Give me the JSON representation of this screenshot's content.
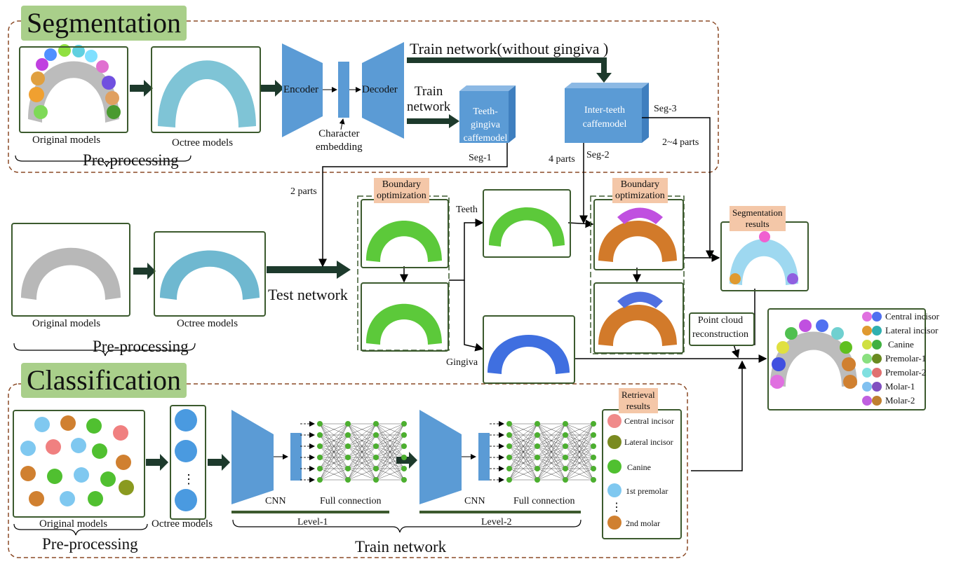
{
  "segmentation": {
    "title": "Segmentation",
    "original_models": "Original models",
    "octree_models": "Octree models",
    "preprocessing": "Pre-processing",
    "encoder": "Encoder",
    "decoder": "Decoder",
    "character_embedding": "Character\nembedding",
    "train_without_gingiva": "Train network(without gingiva )",
    "train_network": "Train\nnetwork",
    "teeth_gingiva_model": "Teeth-gingiva\ncaffemodel",
    "inter_teeth_model": "Inter-teeth\ncaffemodel",
    "seg1": "Seg-1",
    "seg2": "Seg-2",
    "seg3": "Seg-3",
    "two_parts": "2 parts",
    "four_parts": "4 parts",
    "two_four_parts": "2~4 parts"
  },
  "testing": {
    "original_models": "Original models",
    "octree_models": "Octree models",
    "preprocessing": "Pre-processing",
    "test_network": "Test network",
    "boundary_optimization": "Boundary\noptimization",
    "teeth": "Teeth",
    "gingiva": "Gingiva",
    "segmentation_results": "Segmentation\nresults",
    "point_cloud_reconstruction": "Point cloud\nreconstruction"
  },
  "final_legend": [
    "Central incisor",
    "Lateral incisor",
    "Canine",
    "Premolar-1",
    "Premolar-2",
    "Molar-1",
    "Molar-2"
  ],
  "classification": {
    "title": "Classification",
    "original_models": "Original models",
    "octree_models": "Octree models",
    "preprocessing": "Pre-processing",
    "cnn": "CNN",
    "full_connection": "Full connection",
    "level1": "Level-1",
    "level2": "Level-2",
    "train_network": "Train network",
    "retrieval_results": "Retrieval\nresults",
    "retrieval_items": [
      "Central incisor",
      "Lateral incisor",
      "Canine",
      "1st premolar",
      "2nd molar"
    ]
  },
  "colors": {
    "section_badge": "#a9cf8a",
    "network_blue": "#5b9bd5",
    "dark_arrow": "#1d3a2c",
    "dashed_border": "#8b4a26",
    "boundary_label": "#f4c7a8",
    "gingiva_green": "#4caf2f"
  }
}
